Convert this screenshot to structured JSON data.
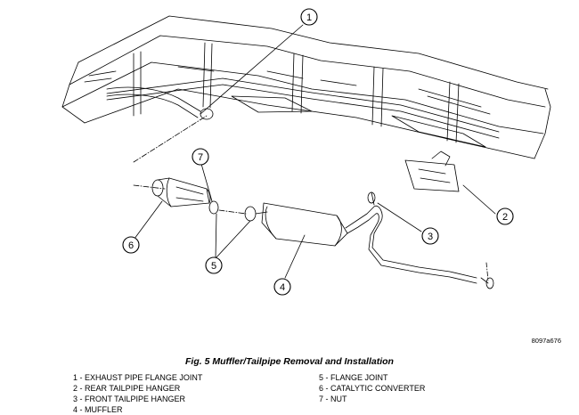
{
  "figure": {
    "caption": "Fig. 5 Muffler/Tailpipe Removal and Installation",
    "reference_code": "8097a676"
  },
  "callouts": [
    "1",
    "2",
    "3",
    "4",
    "5",
    "6",
    "7"
  ],
  "legend": {
    "left": [
      "1 - EXHAUST PIPE FLANGE JOINT",
      "2 - REAR TAILPIPE HANGER",
      "3 - FRONT TAILPIPE HANGER",
      "4 - MUFFLER"
    ],
    "right": [
      "5 - FLANGE JOINT",
      "6 - CATALYTIC CONVERTER",
      "7 - NUT"
    ]
  }
}
